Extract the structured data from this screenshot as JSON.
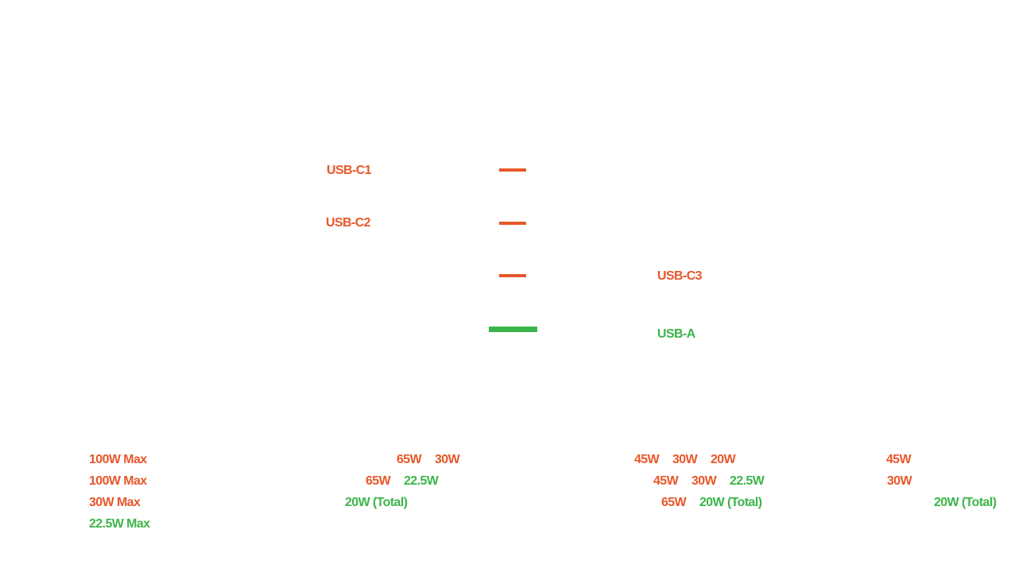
{
  "ports": {
    "c1": {
      "label": "USB-C1"
    },
    "c2": {
      "label": "USB-C2"
    },
    "c3": {
      "label": "USB-C3"
    },
    "a": {
      "label": "USB-A"
    }
  },
  "colors": {
    "usb_c": "#e8572a",
    "usb_a": "#3cb54a"
  },
  "configs": [
    {
      "rows": [
        {
          "values": [
            "100W Max"
          ],
          "colors": [
            "orange"
          ]
        },
        {
          "values": [
            "100W Max"
          ],
          "colors": [
            "orange"
          ]
        },
        {
          "values": [
            "30W Max"
          ],
          "colors": [
            "orange"
          ]
        },
        {
          "values": [
            "22.5W Max"
          ],
          "colors": [
            "green"
          ]
        }
      ]
    },
    {
      "rows": [
        {
          "values": [
            "65W",
            "30W"
          ]
        },
        {
          "values": [
            "65W",
            "22.5W"
          ]
        },
        {
          "values": [
            "20W (Total)"
          ]
        }
      ]
    },
    {
      "rows": [
        {
          "values": [
            "45W",
            "30W",
            "20W"
          ]
        },
        {
          "values": [
            "45W",
            "30W",
            "22.5W"
          ]
        },
        {
          "values": [
            "65W",
            "20W (Total)"
          ]
        }
      ]
    },
    {
      "rows": [
        {
          "values": [
            "45W"
          ]
        },
        {
          "values": [
            "30W"
          ]
        },
        {
          "values": [
            "20W (Total)"
          ]
        }
      ]
    }
  ]
}
